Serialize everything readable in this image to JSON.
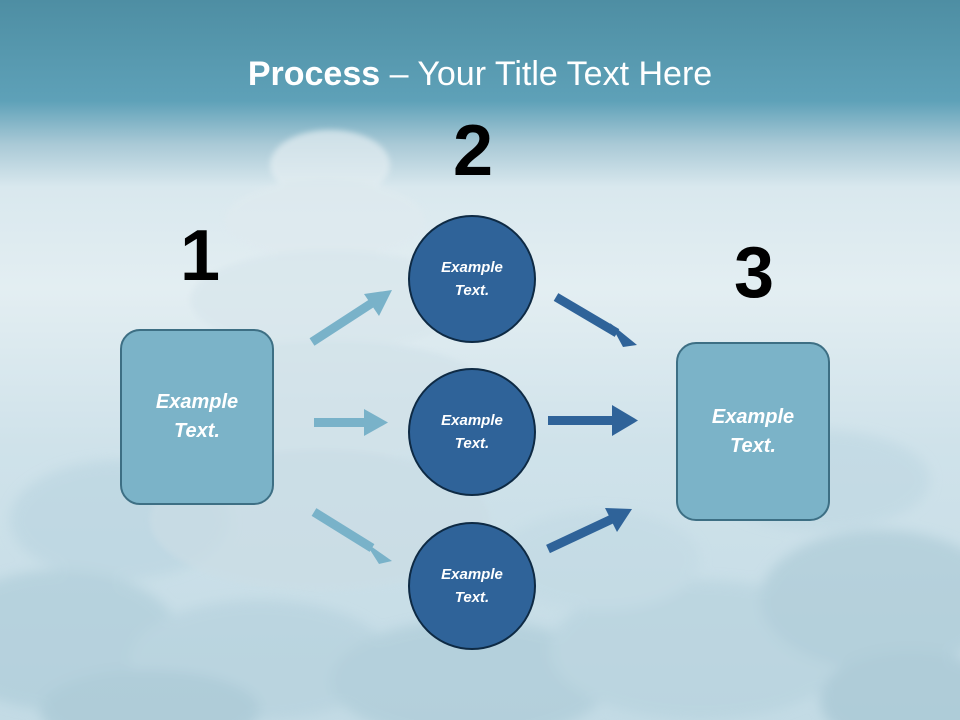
{
  "title": {
    "strong": "Process",
    "rest": " – Your Title Text Here"
  },
  "steps": {
    "n1": "1",
    "n2": "2",
    "n3": "3"
  },
  "nodes": {
    "left_box": "Example Text.",
    "top_circle": "Example Text.",
    "middle_circle": "Example Text.",
    "bottom_circle": "Example Text.",
    "right_box": "Example Text."
  },
  "colors": {
    "box_fill": "#7bb3c8",
    "circle_fill": "#2f6399",
    "light_arrow": "#79b2c9",
    "dark_arrow": "#2f6399"
  }
}
